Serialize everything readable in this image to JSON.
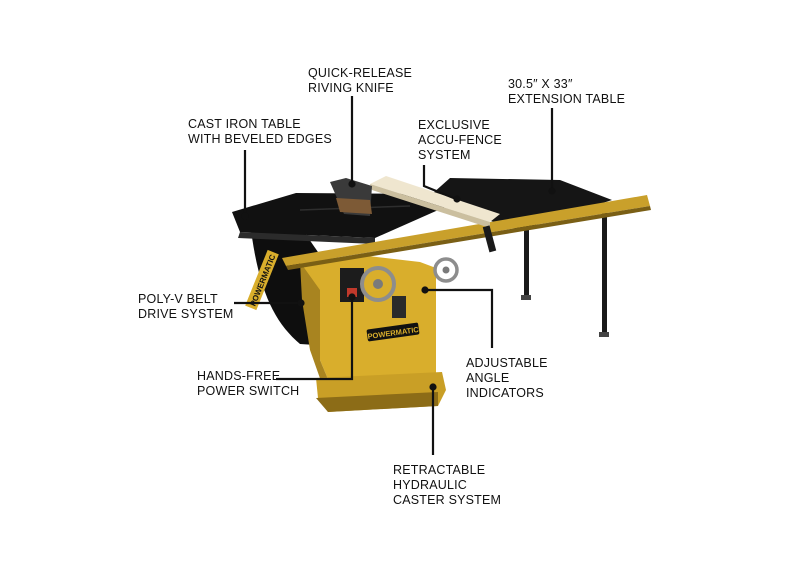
{
  "labels": {
    "riving_knife": [
      "QUICK-RELEASE",
      "RIVING KNIFE"
    ],
    "extension_table": [
      "30.5″ X 33″",
      "EXTENSION TABLE"
    ],
    "cast_iron_table": [
      "CAST IRON TABLE",
      "WITH BEVELED EDGES"
    ],
    "accu_fence": [
      "EXCLUSIVE",
      "ACCU-FENCE",
      "SYSTEM"
    ],
    "belt_drive": [
      "POLY-V BELT",
      "DRIVE SYSTEM"
    ],
    "power_switch": [
      "HANDS-FREE",
      "POWER SWITCH"
    ],
    "angle_indicators": [
      "ADJUSTABLE",
      "ANGLE",
      "INDICATORS"
    ],
    "caster_system": [
      "RETRACTABLE",
      "HYDRAULIC",
      "CASTER SYSTEM"
    ]
  },
  "brand": {
    "logo_text": "POWERMATIC"
  },
  "colors": {
    "powermatic_gold": "#d9ae2c",
    "table_black": "#141414",
    "leader_line": "#111111",
    "fence_cream": "#efe6cf"
  }
}
